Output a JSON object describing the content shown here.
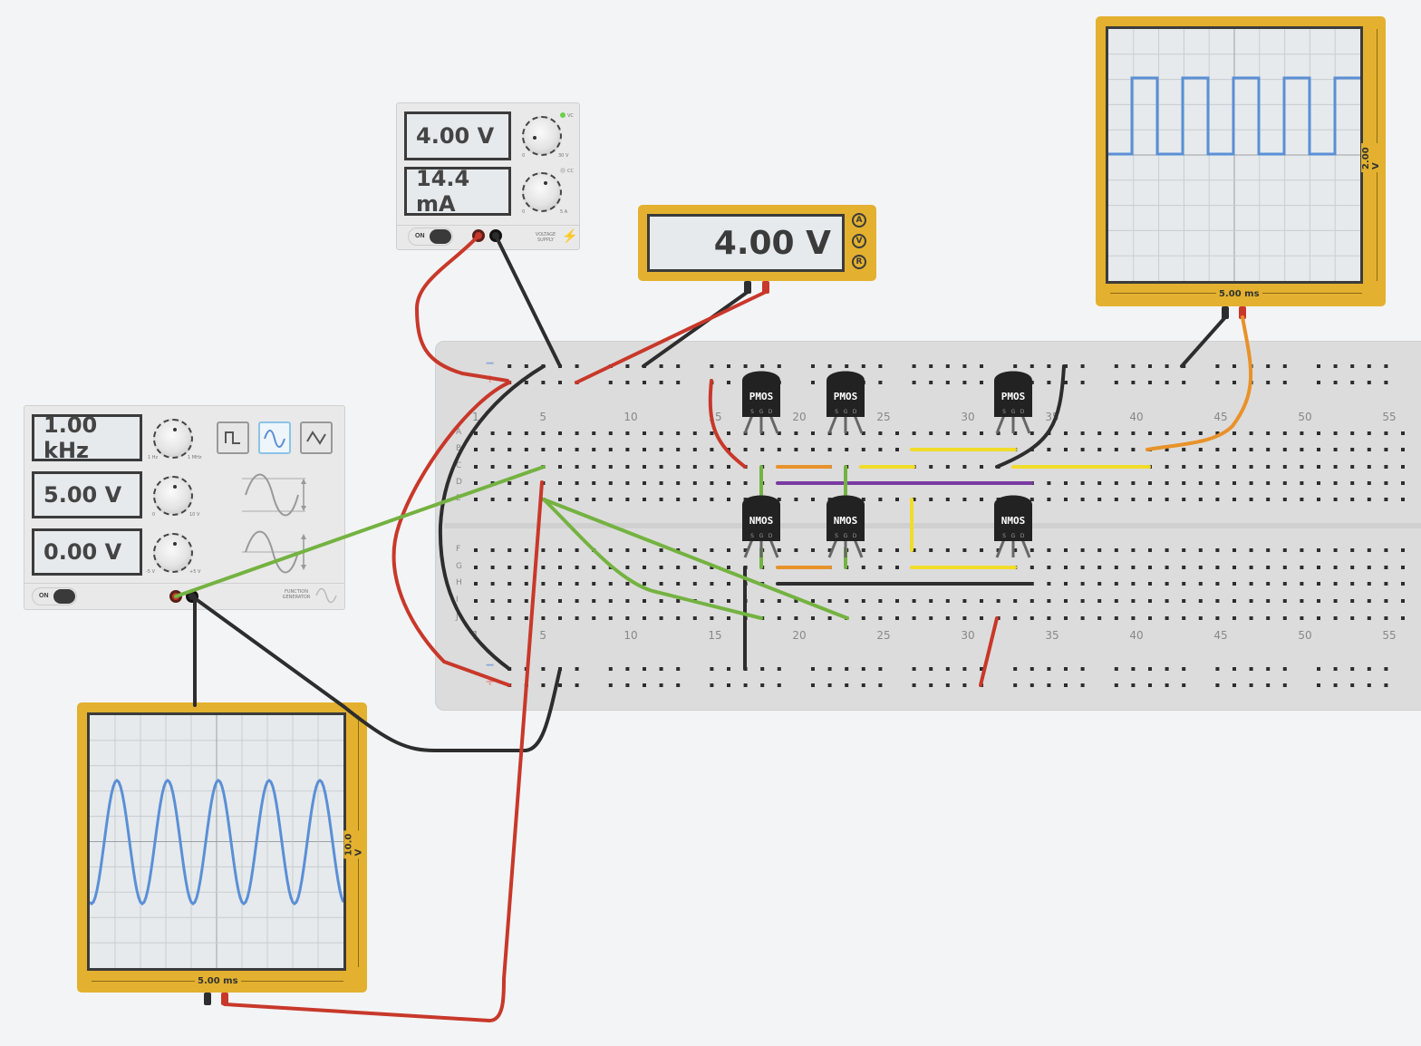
{
  "power_supply": {
    "voltage": "4.00 V",
    "current": "14.4 mA",
    "knob1_min": "0",
    "knob1_max": "30 V",
    "knob2_min": "0",
    "knob2_max": "5 A",
    "cv_label": "VC",
    "cc_label": "CC",
    "on_label": "ON",
    "brand": "VOLTAGE SUPPLY"
  },
  "multimeter": {
    "reading": "4.00 V",
    "modes": [
      "A",
      "V",
      "R"
    ]
  },
  "function_generator": {
    "frequency": "1.00 kHz",
    "amplitude": "5.00 V",
    "offset": "0.00 V",
    "freq_min": "1 Hz",
    "freq_max": "1 MHz",
    "amp_min": "0",
    "amp_max": "10 V",
    "off_min": "-5 V",
    "off_max": "+5 V",
    "on_label": "ON",
    "brand": "FUNCTION GENERATOR",
    "waveforms": [
      "square-wave-icon",
      "sine-wave-icon",
      "triangle-wave-icon"
    ],
    "selected_waveform": "sine-wave-icon"
  },
  "oscilloscope_top": {
    "time_div": "5.00 ms",
    "volt_div": "2.00 V",
    "trace": "square"
  },
  "oscilloscope_bottom": {
    "time_div": "5.00 ms",
    "volt_div": "10.0 V",
    "trace": "sine"
  },
  "breadboard": {
    "column_numbers": [
      "1",
      "5",
      "10",
      "15",
      "20",
      "25",
      "30",
      "35",
      "40",
      "45",
      "50",
      "55"
    ],
    "row_letters_top": [
      "A",
      "B",
      "C",
      "D",
      "E"
    ],
    "row_letters_bottom": [
      "F",
      "G",
      "H",
      "I",
      "J"
    ],
    "rail_minus": "−",
    "rail_plus": "+"
  },
  "transistors": [
    {
      "label": "PMOS",
      "pins": [
        "S",
        "G",
        "D"
      ]
    },
    {
      "label": "PMOS",
      "pins": [
        "S",
        "G",
        "D"
      ]
    },
    {
      "label": "PMOS",
      "pins": [
        "S",
        "G",
        "D"
      ]
    },
    {
      "label": "NMOS",
      "pins": [
        "S",
        "G",
        "D"
      ]
    },
    {
      "label": "NMOS",
      "pins": [
        "S",
        "G",
        "D"
      ]
    },
    {
      "label": "NMOS",
      "pins": [
        "S",
        "G",
        "D"
      ]
    }
  ],
  "colors": {
    "scope_frame": "#e3b12f",
    "trace": "#5b8fd6",
    "wire_red": "#c8382a",
    "wire_black": "#2d2d2d",
    "wire_green": "#74b241",
    "wire_yellow": "#f0dc2a",
    "wire_orange": "#e8922a",
    "wire_purple": "#7a3aa0"
  }
}
